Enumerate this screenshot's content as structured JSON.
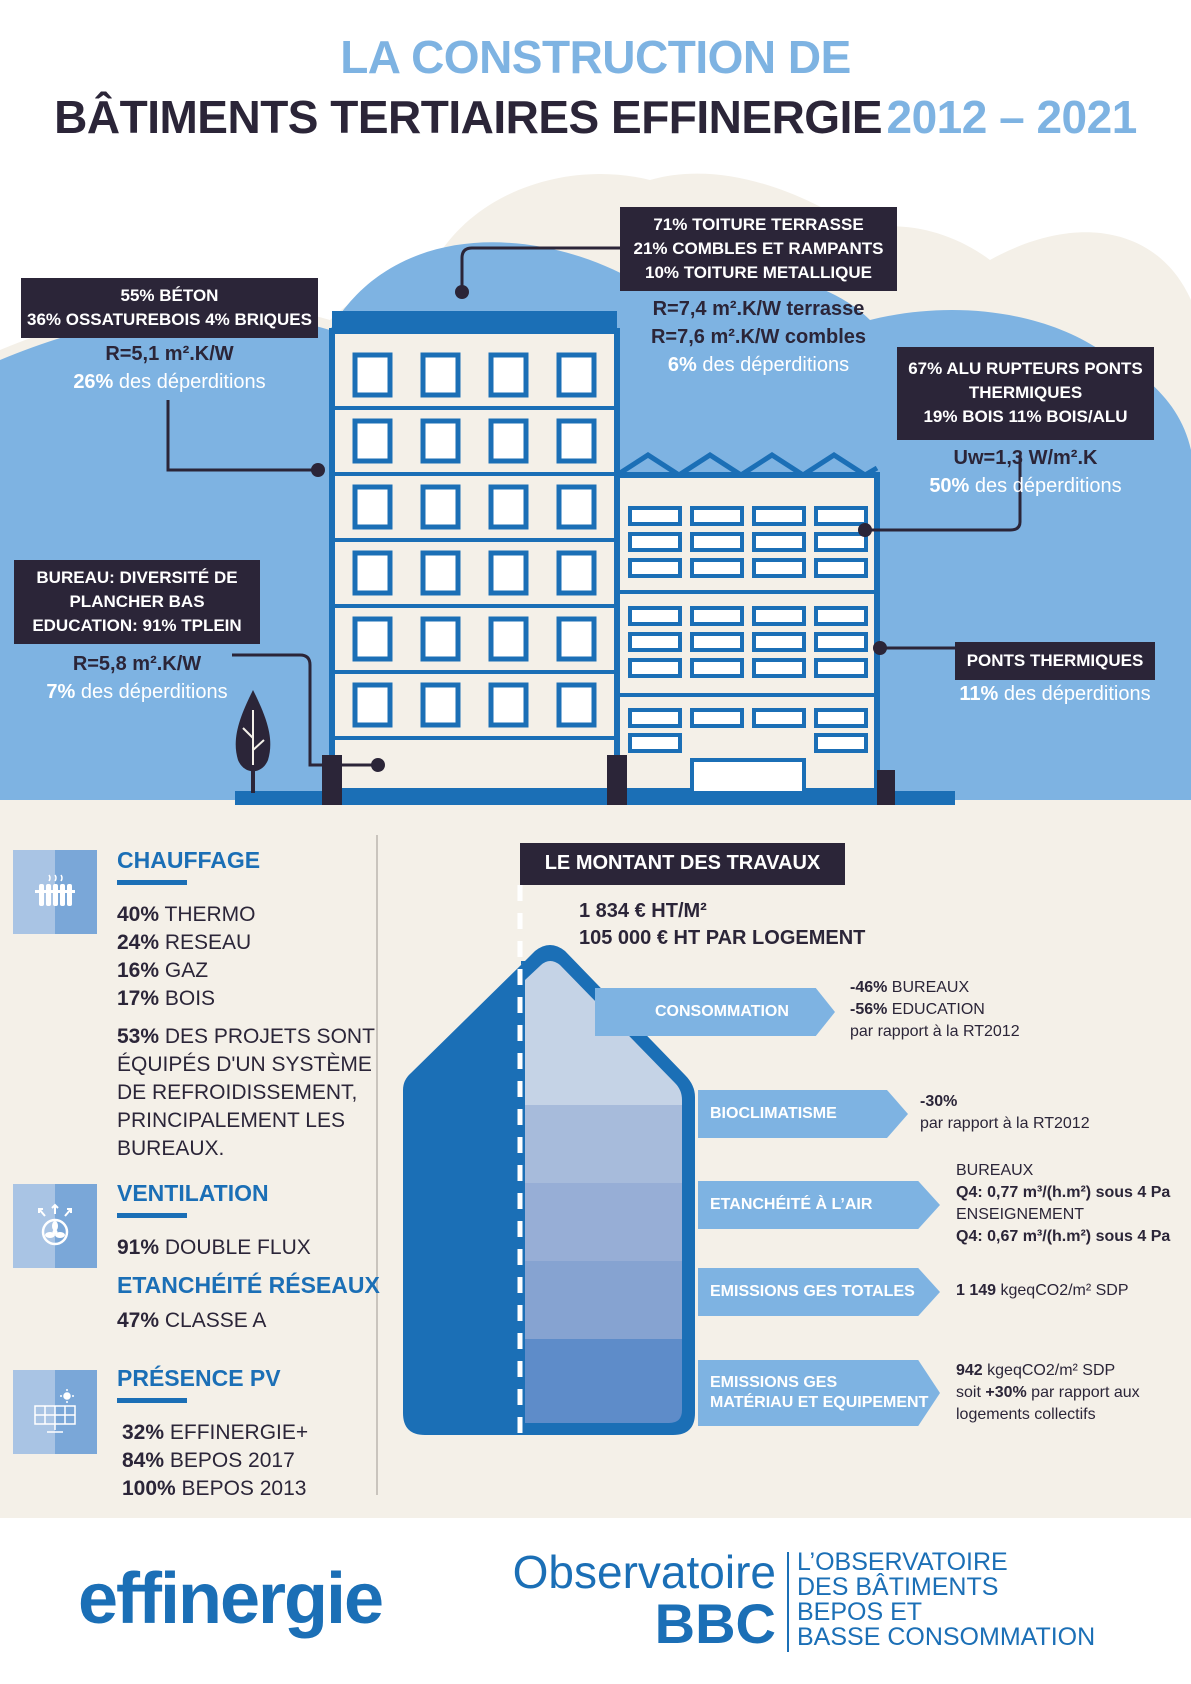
{
  "title": {
    "line1": "LA CONSTRUCTION DE",
    "line2_dark": "BÂTIMENTS TERTIAIRES EFFINERGIE",
    "line2_light": "2012 – 2021"
  },
  "colors": {
    "dark": "#2b2538",
    "blue": "#1b6fb6",
    "light_blue": "#7eb3e2",
    "pale_blue": "#a9c4e4",
    "cream": "#f4f0e8"
  },
  "callouts": {
    "walls": {
      "box_line1": "55% BÉTON",
      "box_line2": "36% OSSATUREBOIS  4% BRIQUES",
      "r_value": "R=5,1 m².K/W",
      "pct": "26%",
      "pct_text": " des déperditions"
    },
    "roof": {
      "box_line1": "71% TOITURE TERRASSE",
      "box_line2": "21% COMBLES ET RAMPANTS",
      "box_line3": "10% TOITURE METALLIQUE",
      "r_value1": "R=7,4 m².K/W terrasse",
      "r_value2": "R=7,6 m².K/W combles",
      "pct": "6%",
      "pct_text": " des déperditions"
    },
    "windows": {
      "box_line1": "67% ALU RUPTEURS PONTS",
      "box_line2": "THERMIQUES",
      "box_line3": "19% BOIS   11%  BOIS/ALU",
      "u_value": "Uw=1,3 W/m².K",
      "pct": "50%",
      "pct_text": " des déperditions"
    },
    "floor": {
      "box_line1": "BUREAU: DIVERSITÉ DE",
      "box_line2": "PLANCHER BAS",
      "box_line3": "EDUCATION: 91% TPLEIN",
      "r_value": "R=5,8 m².K/W",
      "pct": "7%",
      "pct_text": " des déperditions"
    },
    "bridges": {
      "box_line1": "PONTS THERMIQUES",
      "pct": "11%",
      "pct_text": " des déperditions"
    }
  },
  "left": {
    "heating": {
      "title": "CHAUFFAGE",
      "icon": "radiator-icon",
      "items": [
        {
          "pct": "40%",
          "label": " THERMO"
        },
        {
          "pct": "24%",
          "label": " RESEAU"
        },
        {
          "pct": "16%",
          "label": " GAZ"
        },
        {
          "pct": "17%",
          "label": " BOIS"
        }
      ],
      "note_pct": "53%",
      "note_text1": " DES PROJETS SONT",
      "note_text2": "ÉQUIPÉS D'UN SYSTÈME",
      "note_text3": "DE REFROIDISSEMENT,",
      "note_text4": "PRINCIPALEMENT LES",
      "note_text5": "BUREAUX."
    },
    "ventilation": {
      "title": "VENTILATION",
      "icon": "fan-icon",
      "pct": "91%",
      "label": " DOUBLE FLUX",
      "title2": "ETANCHÉITÉ RÉSEAUX",
      "pct2": "47%",
      "label2": " CLASSE A"
    },
    "pv": {
      "title": "PRÉSENCE PV",
      "icon": "solar-panel-icon",
      "items": [
        {
          "pct": "32%",
          "label": " EFFINERGIE+"
        },
        {
          "pct": "84%",
          "label": " BEPOS  2017"
        },
        {
          "pct": "100%",
          "label": " BEPOS 2013"
        }
      ]
    }
  },
  "right": {
    "cost_title": "LE MONTANT DES TRAVAUX",
    "cost_line1": "1 834 € HT/M²",
    "cost_line2": "105 000 € HT PAR LOGEMENT",
    "rows": [
      {
        "label": "CONSOMMATION",
        "v1b": "-46%",
        "v1": " BUREAUX",
        "v2b": "-56%",
        "v2": " EDUCATION",
        "v3": "par rapport à la RT2012"
      },
      {
        "label": "BIOCLIMATISME",
        "v1b": "-30%",
        "v2": "par rapport à la RT2012"
      },
      {
        "label": "ETANCHÉITÉ À L’AIR",
        "v1": "BUREAUX",
        "v2b": "Q4: 0,77 m³/(h.m²) sous 4 Pa",
        "v3": "ENSEIGNEMENT",
        "v4b": "Q4: 0,67 m³/(h.m²) sous 4 Pa"
      },
      {
        "label": "EMISSIONS GES TOTALES",
        "v1b": "1 149",
        "v1": "  kgeqCO2/m² SDP"
      },
      {
        "label1": "EMISSIONS GES",
        "label2": "MATÉRIAU ET EQUIPEMENT",
        "v1b": "942",
        "v1": " kgeqCO2/m² SDP",
        "v2": "soit ",
        "v2b": "+30%",
        "v2c": " par rapport aux",
        "v3": "logements collectifs"
      }
    ]
  },
  "footer": {
    "brand1": "effinergie",
    "brand2_line1": "Observatoire",
    "brand2_line2": "BBC",
    "tag1": "L’OBSERVATOIRE",
    "tag2": "DES BÂTIMENTS",
    "tag3": "BEPOS ET",
    "tag4": "BASSE CONSOMMATION"
  }
}
